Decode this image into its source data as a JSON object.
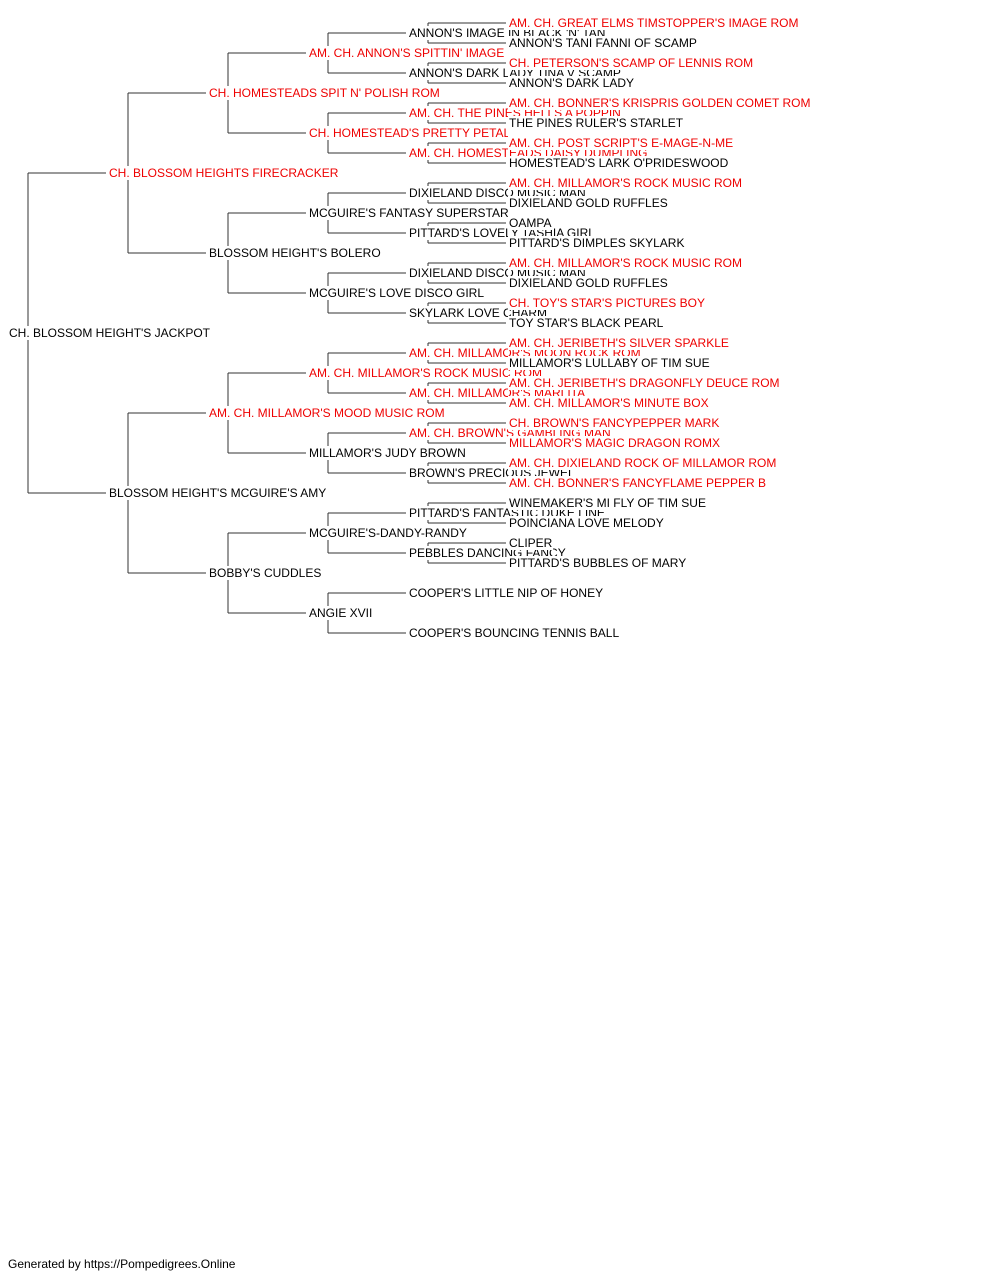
{
  "colors": {
    "champion": "#ee0000",
    "regular": "#000000",
    "line": "#333333"
  },
  "pedigree": {
    "name": "CH. BLOSSOM HEIGHT'S JACKPOT",
    "champion": false,
    "sire": {
      "name": "CH. BLOSSOM HEIGHTS FIRECRACKER",
      "champion": true,
      "sire": {
        "name": "CH. HOMESTEADS SPIT N' POLISH ROM",
        "champion": true,
        "sire": {
          "name": "AM. CH. ANNON'S SPITTIN' IMAGE",
          "champion": true,
          "sire": {
            "name": "ANNON'S IMAGE IN BLACK 'N' TAN",
            "champion": false,
            "sire": {
              "name": "AM. CH. GREAT ELMS TIMSTOPPER'S IMAGE ROM",
              "champion": true
            },
            "dam": {
              "name": "ANNON'S TANI FANNI OF SCAMP",
              "champion": false
            }
          },
          "dam": {
            "name": "ANNON'S DARK LADY TINA V SCAMP",
            "champion": false,
            "sire": {
              "name": "CH. PETERSON'S SCAMP OF LENNIS ROM",
              "champion": true
            },
            "dam": {
              "name": "ANNON'S DARK LADY",
              "champion": false
            }
          }
        },
        "dam": {
          "name": "CH. HOMESTEAD'S PRETTY PETAL",
          "champion": true,
          "sire": {
            "name": "AM. CH. THE PINES HELLS A POPPIN",
            "champion": true,
            "sire": {
              "name": "AM. CH. BONNER'S KRISPRIS GOLDEN COMET ROM",
              "champion": true
            },
            "dam": {
              "name": "THE PINES RULER'S STARLET",
              "champion": false
            }
          },
          "dam": {
            "name": "AM. CH. HOMESTEADS DAISY DUMPLING",
            "champion": true,
            "sire": {
              "name": "AM. CH. POST SCRIPT'S E-MAGE-N-ME",
              "champion": true
            },
            "dam": {
              "name": "HOMESTEAD'S LARK O'PRIDESWOOD",
              "champion": false
            }
          }
        }
      },
      "dam": {
        "name": "BLOSSOM HEIGHT'S BOLERO",
        "champion": false,
        "sire": {
          "name": "MCGUIRE'S FANTASY SUPERSTAR",
          "champion": false,
          "sire": {
            "name": "DIXIELAND DISCO MUSIC MAN",
            "champion": false,
            "sire": {
              "name": "AM. CH. MILLAMOR'S ROCK MUSIC ROM",
              "champion": true
            },
            "dam": {
              "name": "DIXIELAND GOLD RUFFLES",
              "champion": false
            }
          },
          "dam": {
            "name": "PITTARD'S LOVELY TASHIA GIRL",
            "champion": false,
            "sire": {
              "name": "OAMPA",
              "champion": false
            },
            "dam": {
              "name": "PITTARD'S DIMPLES SKYLARK",
              "champion": false
            }
          }
        },
        "dam": {
          "name": "MCGUIRE'S LOVE DISCO GIRL",
          "champion": false,
          "sire": {
            "name": "DIXIELAND DISCO MUSIC MAN",
            "champion": false,
            "sire": {
              "name": "AM. CH. MILLAMOR'S ROCK MUSIC ROM",
              "champion": true
            },
            "dam": {
              "name": "DIXIELAND GOLD RUFFLES",
              "champion": false
            }
          },
          "dam": {
            "name": "SKYLARK LOVE CHARM",
            "champion": false,
            "sire": {
              "name": "CH. TOY'S STAR'S PICTURES BOY",
              "champion": true
            },
            "dam": {
              "name": "TOY STAR'S BLACK PEARL",
              "champion": false
            }
          }
        }
      }
    },
    "dam": {
      "name": "BLOSSOM HEIGHT'S MCGUIRE'S AMY",
      "champion": false,
      "sire": {
        "name": "AM. CH. MILLAMOR'S MOOD MUSIC ROM",
        "champion": true,
        "sire": {
          "name": "AM. CH. MILLAMOR'S ROCK MUSIC ROM",
          "champion": true,
          "sire": {
            "name": "AM. CH. MILLAMOR'S MOON ROCK ROM",
            "champion": true,
            "sire": {
              "name": "AM. CH. JERIBETH'S SILVER SPARKLE",
              "champion": true
            },
            "dam": {
              "name": "MILLAMOR'S LULLABY OF TIM SUE",
              "champion": false
            }
          },
          "dam": {
            "name": "AM. CH. MILLAMOR'S MARLITA",
            "champion": true,
            "sire": {
              "name": "AM. CH. JERIBETH'S DRAGONFLY DEUCE ROM",
              "champion": true
            },
            "dam": {
              "name": "AM. CH. MILLAMOR'S MINUTE BOX",
              "champion": true
            }
          }
        },
        "dam": {
          "name": "MILLAMOR'S JUDY BROWN",
          "champion": false,
          "sire": {
            "name": "AM. CH. BROWN'S GAMBLING MAN",
            "champion": true,
            "sire": {
              "name": "CH. BROWN'S FANCYPEPPER MARK",
              "champion": true
            },
            "dam": {
              "name": "MILLAMOR'S MAGIC DRAGON ROMX",
              "champion": true
            }
          },
          "dam": {
            "name": "BROWN'S PRECIOUS JEWEL",
            "champion": false,
            "sire": {
              "name": "AM. CH. DIXIELAND ROCK OF MILLAMOR ROM",
              "champion": true
            },
            "dam": {
              "name": "AM. CH. BONNER'S FANCYFLAME PEPPER B",
              "champion": true
            }
          }
        }
      },
      "dam": {
        "name": "BOBBY'S CUDDLES",
        "champion": false,
        "sire": {
          "name": "MCGUIRE'S-DANDY-RANDY",
          "champion": false,
          "sire": {
            "name": "PITTARD'S FANTASTIC DUKE LINE",
            "champion": false,
            "sire": {
              "name": "WINEMAKER'S MI FLY OF TIM SUE",
              "champion": false
            },
            "dam": {
              "name": "POINCIANA LOVE MELODY",
              "champion": false
            }
          },
          "dam": {
            "name": "PEBBLES DANCING FANCY",
            "champion": false,
            "sire": {
              "name": "CLIPER",
              "champion": false
            },
            "dam": {
              "name": "PITTARD'S BUBBLES OF MARY",
              "champion": false
            }
          }
        },
        "dam": {
          "name": "ANGIE XVII",
          "champion": false,
          "sire": {
            "name": "COOPER'S LITTLE NIP OF HONEY",
            "champion": false
          },
          "dam": {
            "name": "COOPER'S BOUNCING TENNIS BALL",
            "champion": false
          }
        }
      }
    }
  },
  "footer": "Generated by https://Pompedigrees.Online"
}
